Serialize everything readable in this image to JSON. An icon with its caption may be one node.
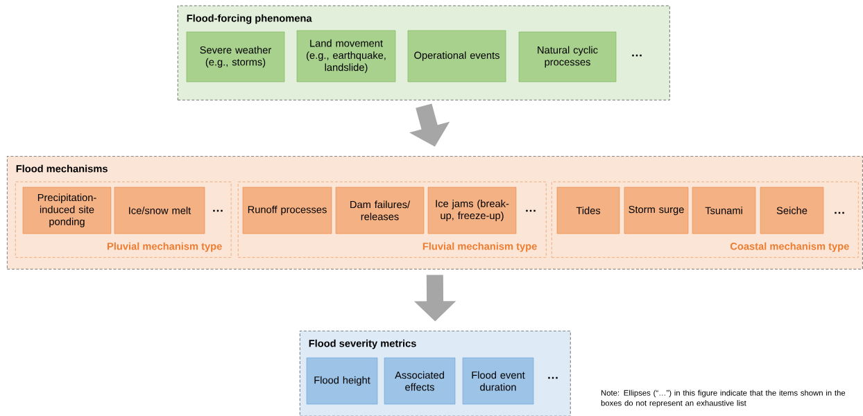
{
  "diagram": {
    "nodes": [
      {
        "text": [
          "Flood-forcing phenomena"
        ]
      },
      {
        "text": [
          "Severe weather (e.g., storms)"
        ],
        "in": 0
      },
      {
        "text": [
          "Land movement (e.g., earthquake, landslide)"
        ],
        "in": 0
      },
      {
        "text": [
          "Operational events"
        ],
        "in": 0
      },
      {
        "text": [
          "Natural cyclic processes"
        ],
        "in": 0
      },
      {
        "text": [
          "Flood mechanisms"
        ]
      },
      {
        "text": [
          "Pluvial mechanism type"
        ],
        "in": 5
      },
      {
        "text": [
          "Precipitation-induced site ponding"
        ],
        "in": 6
      },
      {
        "text": [
          "Ice/snow melt"
        ],
        "in": 6
      },
      {
        "text": [
          "Fluvial mechanism type"
        ],
        "in": 5
      },
      {
        "text": [
          "Runoff processes"
        ],
        "in": 9
      },
      {
        "text": [
          "Dam failures/ releases"
        ],
        "in": 9
      },
      {
        "text": [
          "Ice jams (break-up, freeze-up)"
        ],
        "in": 9
      },
      {
        "text": [
          "Coastal mechanism type"
        ],
        "in": 5
      },
      {
        "text": [
          "Tides"
        ],
        "in": 13
      },
      {
        "text": [
          "Storm surge"
        ],
        "in": 13
      },
      {
        "text": [
          "Tsunami"
        ],
        "in": 13
      },
      {
        "text": [
          "Seiche"
        ],
        "in": 13
      },
      {
        "text": [
          "Flood severity metrics"
        ]
      },
      {
        "text": [
          "Flood height"
        ],
        "in": 18
      },
      {
        "text": [
          "Associated effects"
        ],
        "in": 18
      },
      {
        "text": [
          "Flood event duration"
        ],
        "in": 18
      }
    ],
    "edges": [
      {
        "from": 0,
        "to": 5,
        "arrow": "to"
      },
      {
        "from": 5,
        "to": 18,
        "arrow": "to"
      }
    ],
    "labels": [
      "…",
      "…",
      "…",
      "…",
      "…",
      "Note: Ellipses (“…”) in this figure indicate that the items shown in the boxes do not represent an exhaustive list"
    ]
  }
}
